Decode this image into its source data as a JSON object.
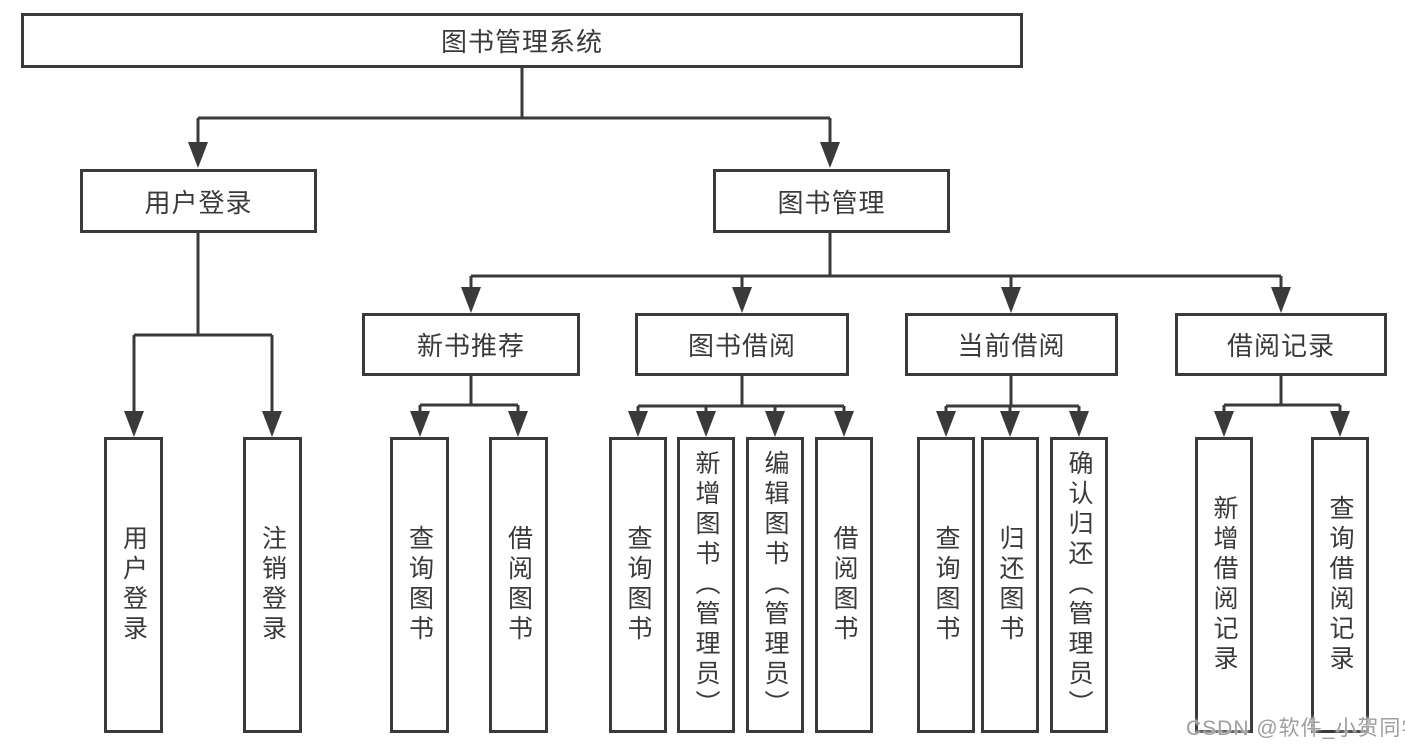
{
  "diagram": {
    "title": "图书管理系统",
    "watermark": "CSDN @软件_小贺同学",
    "colors": {
      "line": "#3a3a3a",
      "text": "#3a3a3a",
      "box_fill": "#ffffff",
      "background": "#ffffff",
      "watermark": "#9e9e9e"
    },
    "nodes": {
      "root": "图书管理系统",
      "user_login": "用户登录",
      "book_mgmt": "图书管理",
      "new_book_rec": "新书推荐",
      "book_borrow": "图书借阅",
      "current_borrow": "当前借阅",
      "borrow_record": "借阅记录",
      "leaf_login": "用户登录",
      "leaf_logout": "注销登录",
      "rec_query_book": "查询图书",
      "rec_borrow_book": "借阅图书",
      "bb_query_book": "查询图书",
      "bb_add_book": "新增图书（管理员）",
      "bb_edit_book": "编辑图书（管理员）",
      "bb_borrow_book": "借阅图书",
      "cb_query_book": "查询图书",
      "cb_return_book": "归还图书",
      "cb_confirm_return": "确认归还（管理员）",
      "br_add_record": "新增借阅记录",
      "br_query_record": "查询借阅记录"
    },
    "hierarchy": {
      "图书管理系统": {
        "用户登录": [
          "用户登录",
          "注销登录"
        ],
        "图书管理": {
          "新书推荐": [
            "查询图书",
            "借阅图书"
          ],
          "图书借阅": [
            "查询图书",
            "新增图书（管理员）",
            "编辑图书（管理员）",
            "借阅图书"
          ],
          "当前借阅": [
            "查询图书",
            "归还图书",
            "确认归还（管理员）"
          ],
          "借阅记录": [
            "新增借阅记录",
            "查询借阅记录"
          ]
        }
      }
    }
  }
}
